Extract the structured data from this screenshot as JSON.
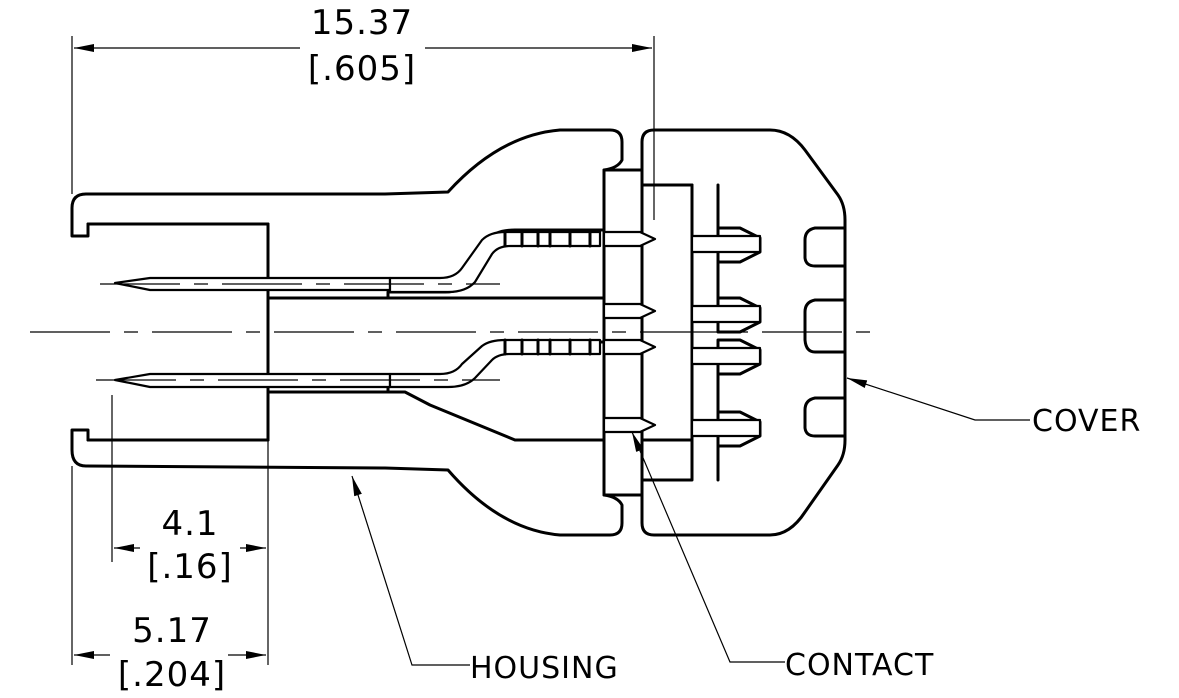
{
  "dimensions": {
    "overall": {
      "mm": "15.37",
      "inch": "[.605]"
    },
    "pin_to_face": {
      "mm": "4.1",
      "inch": "[.16]"
    },
    "housing_depth": {
      "mm": "5.17",
      "inch": "[.204]"
    }
  },
  "labels": {
    "cover": "COVER",
    "housing": "HOUSING",
    "contact": "CONTACT"
  },
  "colors": {
    "line": "#000000",
    "background": "#ffffff"
  }
}
